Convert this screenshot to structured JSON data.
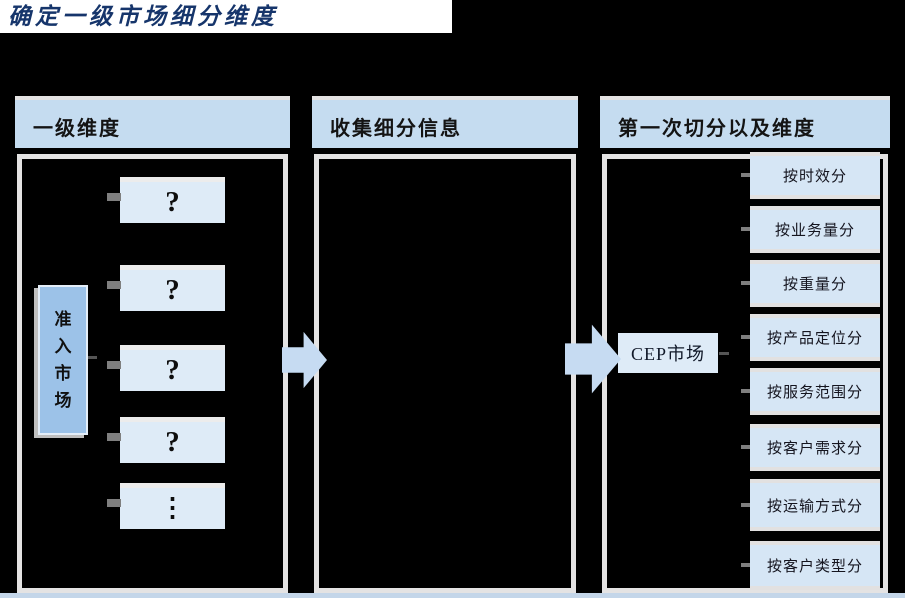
{
  "title": {
    "text": "确定一级市场细分维度"
  },
  "colors": {
    "background": "#000000",
    "title_navy": "#16356B",
    "title_band_white": "#FFFFFF",
    "panel_border_gray": "#E4E3E3",
    "header_blue": "#C5DCF0",
    "light_box_blue": "#DEEBF7",
    "category_box_blue": "#D6E6F5",
    "access_box_blue": "#9CC2E8",
    "arrow_blue": "#C6DBF2",
    "connector_gray": "#7F7F7F"
  },
  "icons": {
    "flow_arrow_1": "arrow-right-icon",
    "flow_arrow_2": "arrow-right-icon"
  },
  "panels": {
    "level1": {
      "header": "一级维度",
      "access_market_label": "准入市场",
      "unknown_items": [
        "?",
        "?",
        "?",
        "?"
      ],
      "ellipsis": "⋮"
    },
    "collect_info": {
      "header": "收集细分信息"
    },
    "first_cut": {
      "header": "第一次切分以及维度",
      "market_label": "CEP市场",
      "categories": [
        "按时效分",
        "按业务量分",
        "按重量分",
        "按产品定位分",
        "按服务范围分",
        "按客户需求分",
        "按运输方式分",
        "按客户类型分"
      ]
    }
  }
}
